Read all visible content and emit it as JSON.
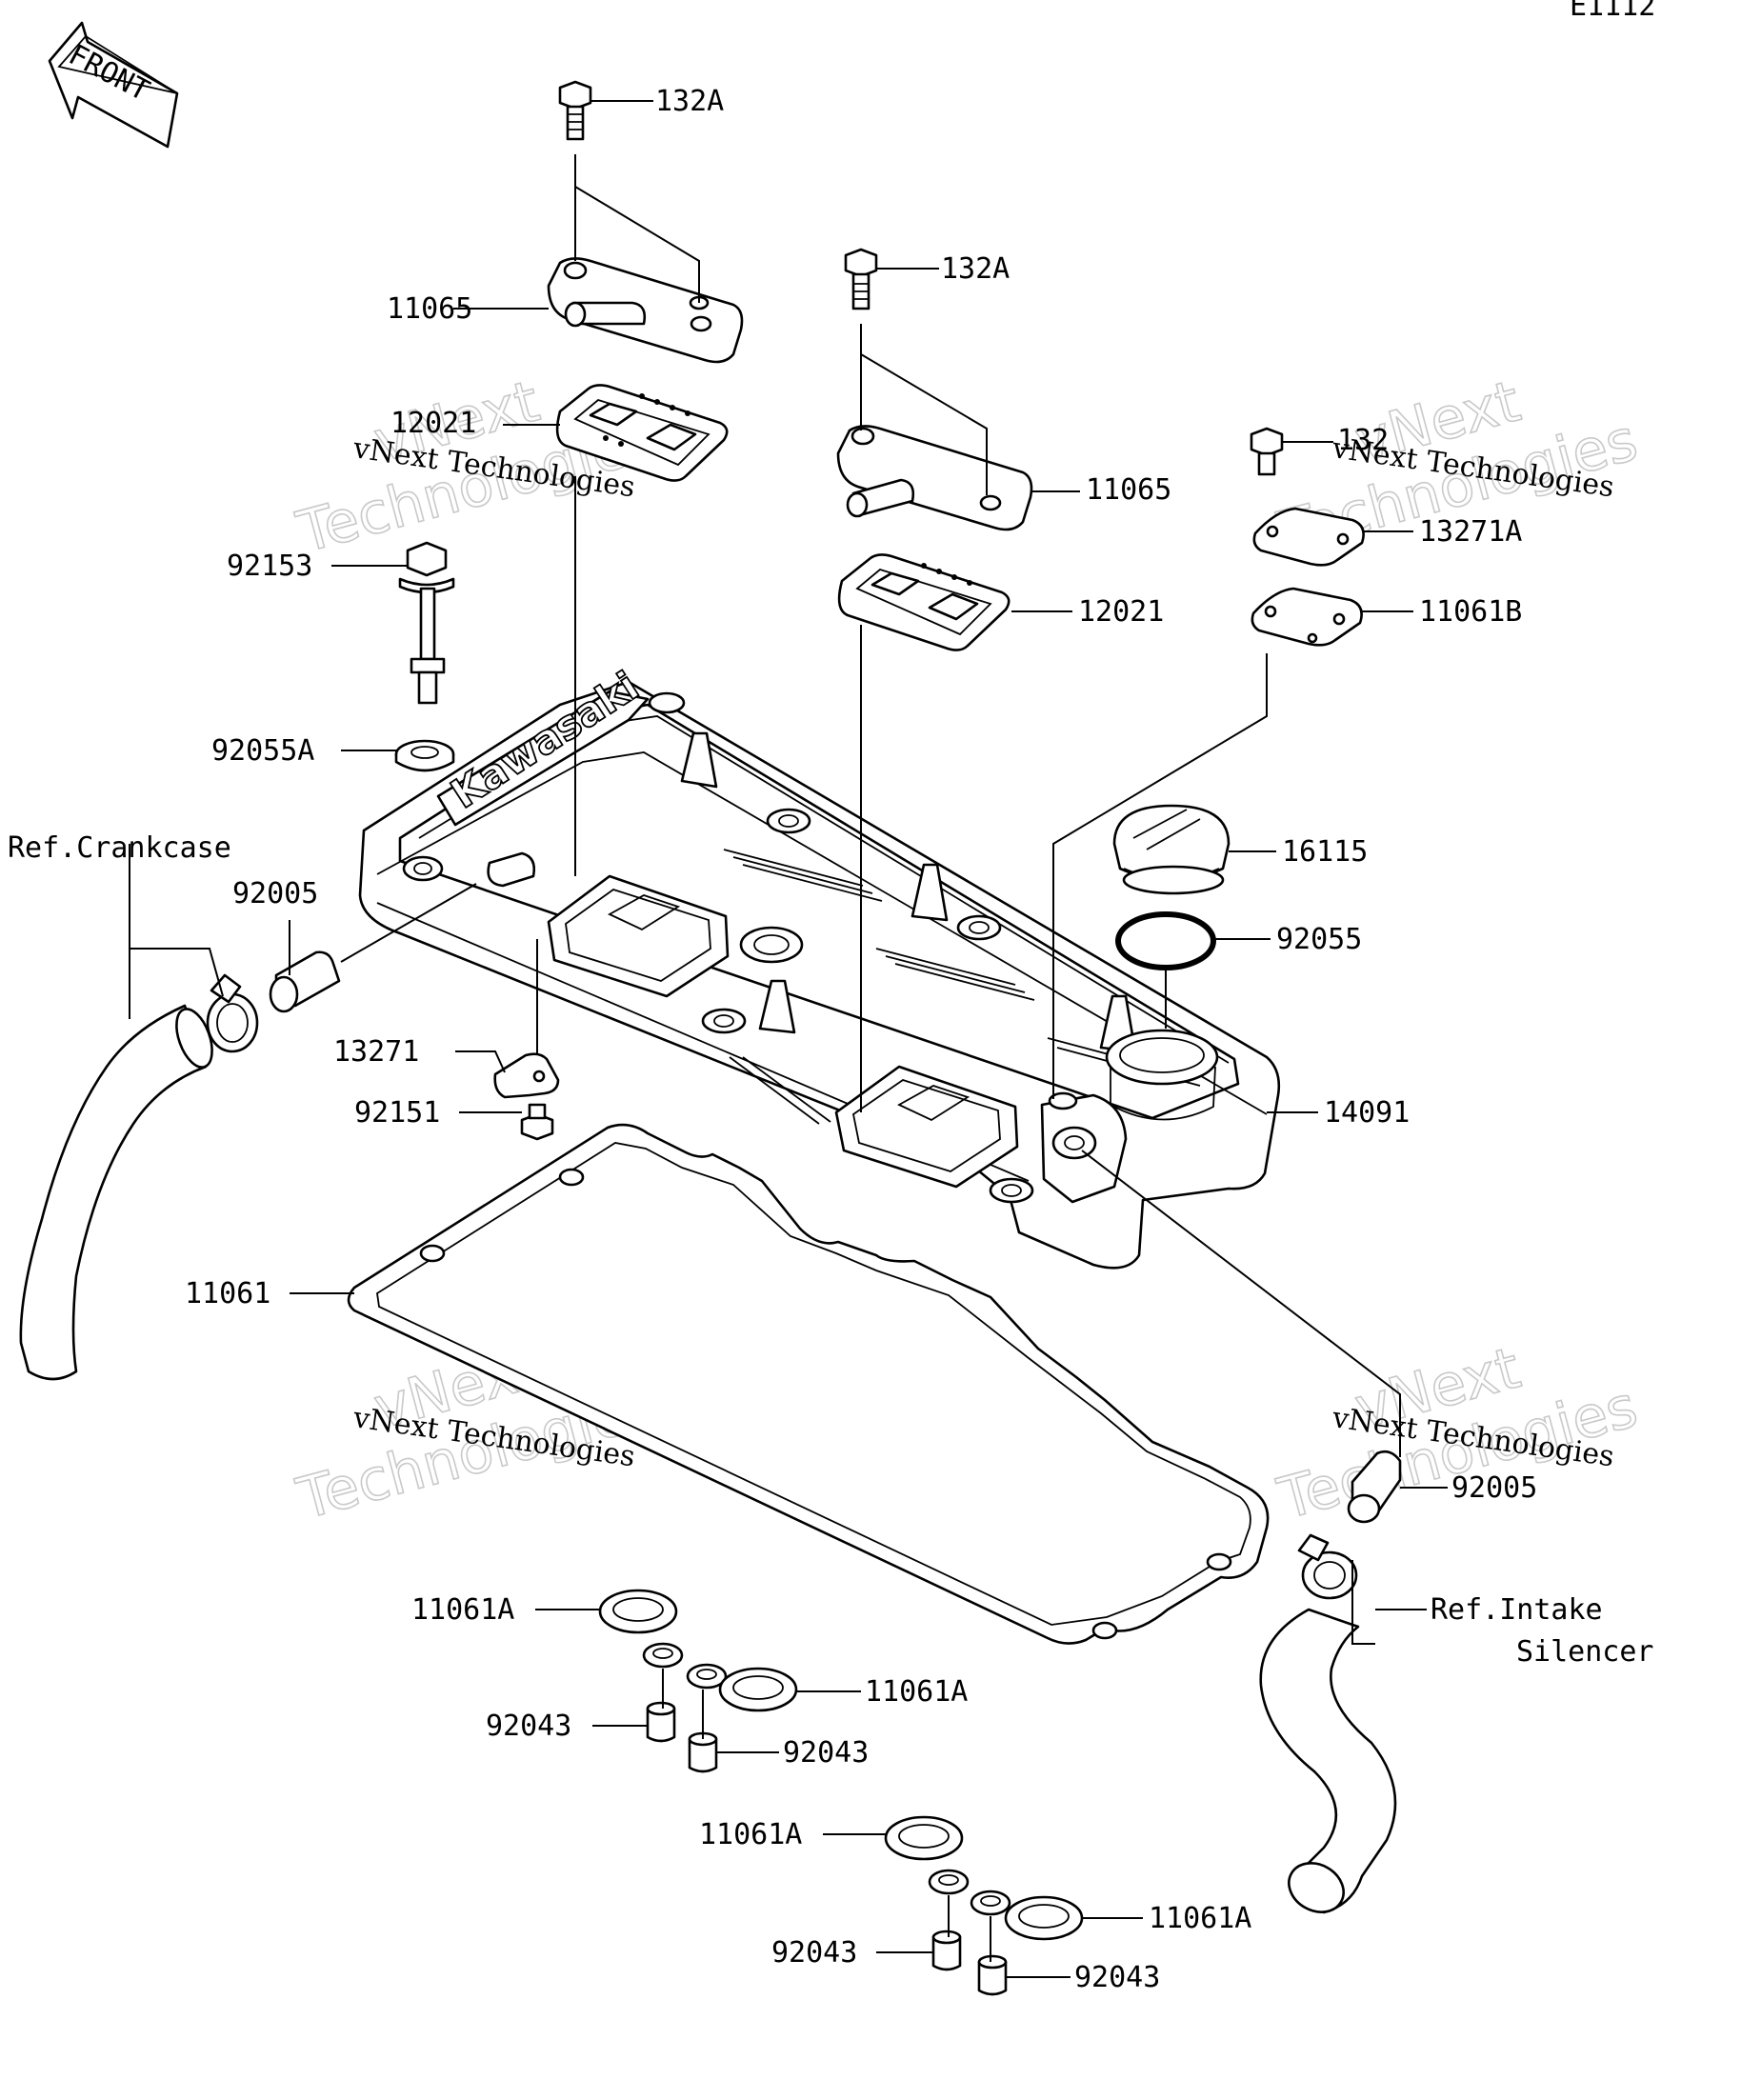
{
  "sheet_code": "E1112",
  "front_marker": "FRONT",
  "brand_emboss": "Kawasaki",
  "watermark": {
    "big_line1": "vNext",
    "big_line2": "Technologies",
    "small": "vNext Technologies"
  },
  "part_labels": [
    {
      "id": "132A_top",
      "text": "132A"
    },
    {
      "id": "11065_left",
      "text": "11065"
    },
    {
      "id": "12021_left",
      "text": "12021"
    },
    {
      "id": "132A_mid",
      "text": "132A"
    },
    {
      "id": "11065_right",
      "text": "11065"
    },
    {
      "id": "12021_right",
      "text": "12021"
    },
    {
      "id": "132",
      "text": "132"
    },
    {
      "id": "13271A",
      "text": "13271A"
    },
    {
      "id": "11061B",
      "text": "11061B"
    },
    {
      "id": "92153",
      "text": "92153"
    },
    {
      "id": "92055A",
      "text": "92055A"
    },
    {
      "id": "16115",
      "text": "16115"
    },
    {
      "id": "92055",
      "text": "92055"
    },
    {
      "id": "92005_left",
      "text": "92005"
    },
    {
      "id": "13271",
      "text": "13271"
    },
    {
      "id": "92151",
      "text": "92151"
    },
    {
      "id": "14091",
      "text": "14091"
    },
    {
      "id": "11061",
      "text": "11061"
    },
    {
      "id": "92005_right",
      "text": "92005"
    },
    {
      "id": "11061A_1",
      "text": "11061A"
    },
    {
      "id": "11061A_2",
      "text": "11061A"
    },
    {
      "id": "92043_1",
      "text": "92043"
    },
    {
      "id": "92043_2",
      "text": "92043"
    },
    {
      "id": "11061A_3",
      "text": "11061A"
    },
    {
      "id": "11061A_4",
      "text": "11061A"
    },
    {
      "id": "92043_3",
      "text": "92043"
    },
    {
      "id": "92043_4",
      "text": "92043"
    }
  ],
  "references": {
    "crankcase": "Ref.Crankcase",
    "intake_line1": "Ref.Intake",
    "intake_line2": "Silencer"
  }
}
